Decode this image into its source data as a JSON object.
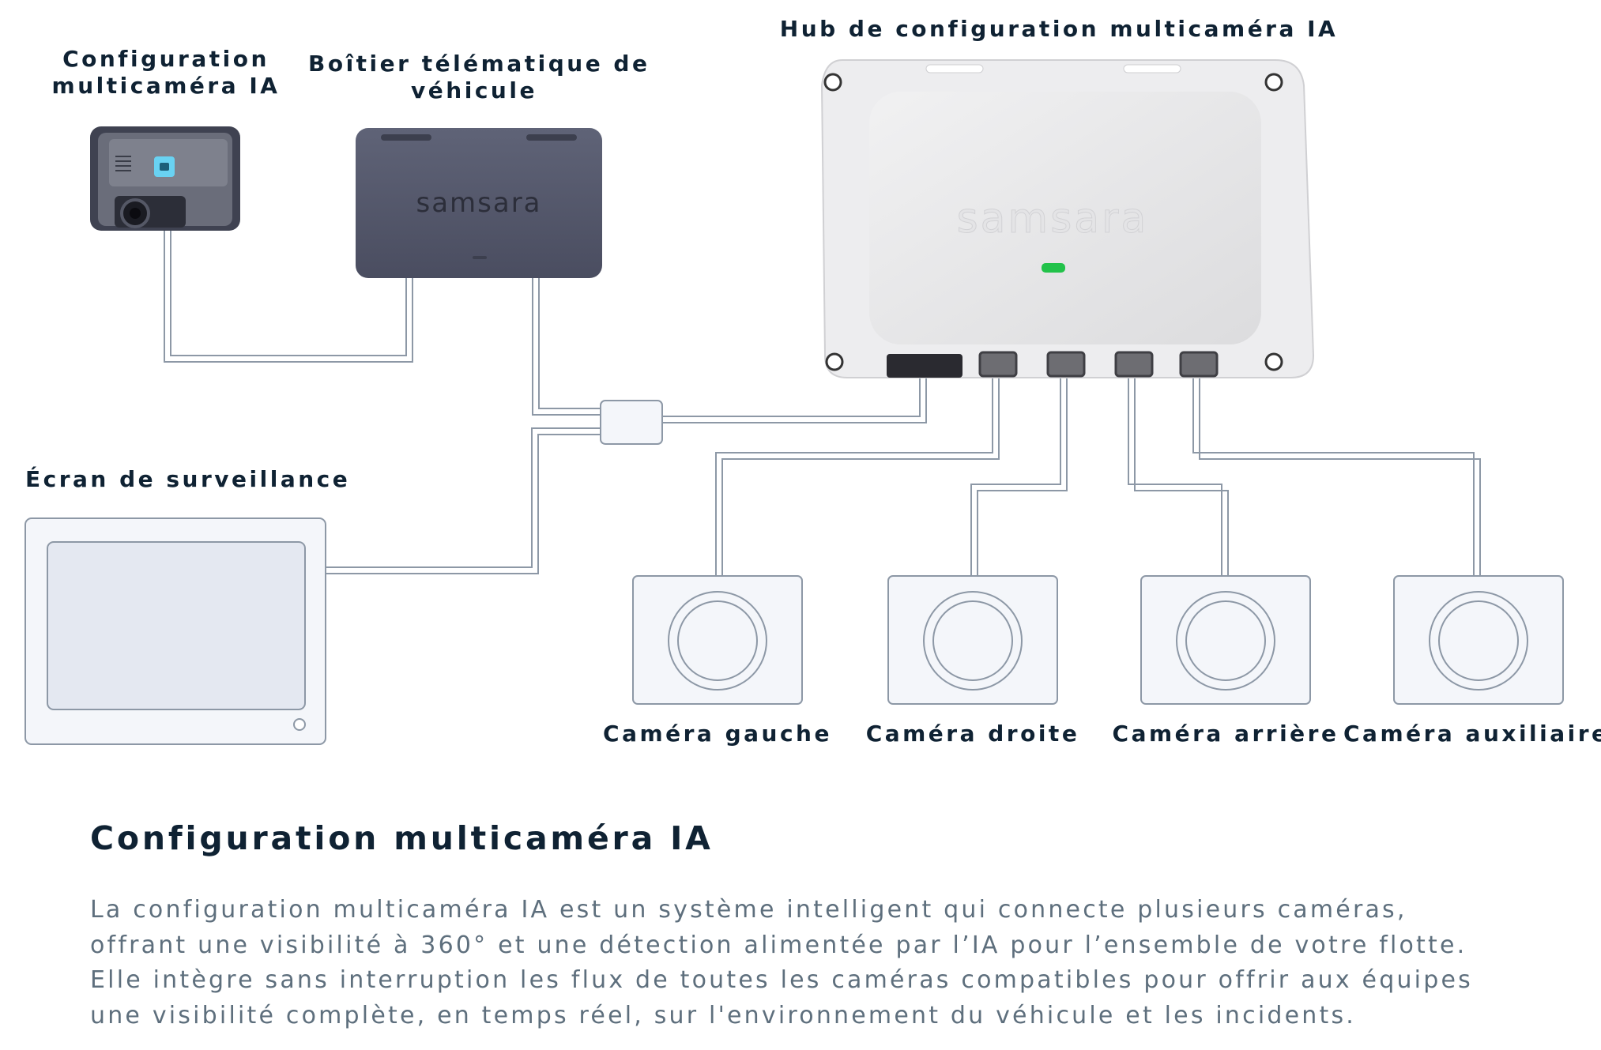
{
  "devices": {
    "dashcam": {
      "label_line1": "Configuration",
      "label_line2": "multicaméra IA"
    },
    "telematics": {
      "label_line1": "Boîtier télématique de",
      "label_line2": "véhicule",
      "brand": "samsara"
    },
    "hub": {
      "label": "Hub de configuration multicaméra IA",
      "brand": "samsara"
    },
    "monitor": {
      "label": "Écran de surveillance"
    }
  },
  "cameras": [
    {
      "label": "Caméra gauche"
    },
    {
      "label": "Caméra droite"
    },
    {
      "label": "Caméra arrière"
    },
    {
      "label": "Caméra auxiliaire"
    }
  ],
  "description": {
    "title": "Configuration multicaméra IA",
    "lines": [
      "La configuration multicaméra IA est un système intelligent qui connecte plusieurs caméras,",
      "offrant une visibilité à 360° et une détection alimentée par l’IA pour l’ensemble de votre flotte.",
      "Elle intègre sans interruption les flux de toutes les caméras compatibles pour offrir aux équipes",
      "une visibilité complète, en temps réel, sur l'environnement du véhicule et les incidents."
    ]
  },
  "colors": {
    "navy": "#0f2233",
    "body_text": "#5e6f7d",
    "outline": "#8d98a6",
    "panel_fill": "#f4f6fa",
    "screen_fill": "#e4e8f1",
    "status_led": "#22c24a",
    "telematics_body": "#565a6e"
  }
}
